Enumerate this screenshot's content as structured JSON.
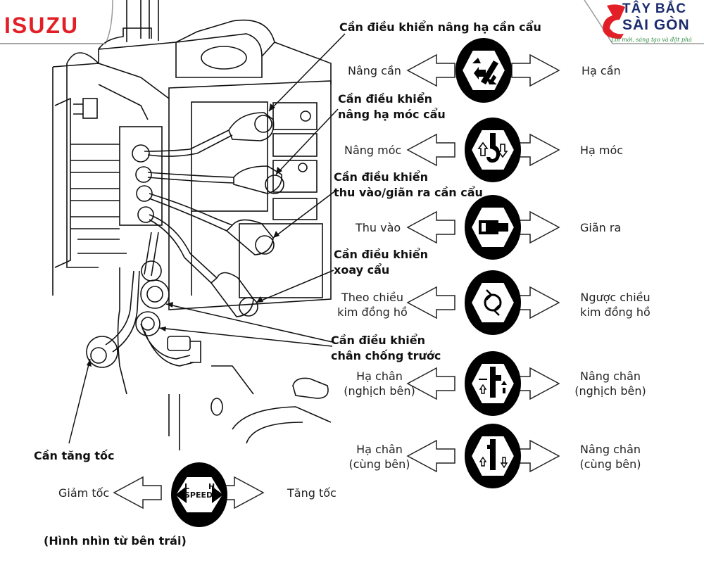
{
  "header": {
    "left_logo_text": "ISUZU",
    "right_logo_top": "TÂY BẮC",
    "right_logo_bottom": "SÀI GÒN",
    "right_logo_slogan": "Lời mới, sáng tạo và đột phá",
    "brand_red": "#e21f26",
    "brand_blue": "#1c2c6e",
    "slogan_green": "#2b8a3e"
  },
  "callouts": {
    "boom_lift": "Cần điều khiển nâng hạ cần cẩu",
    "hook_lift_1": "Cần điều khiển",
    "hook_lift_2": "nâng hạ móc cẩu",
    "telescope_1": "Cần điều khiển",
    "telescope_2": "thu vào/giãn ra cần cẩu",
    "swing_1": "Cần điều khiển",
    "swing_2": "xoay cẩu",
    "outrigger_1": "Cần điều khiển",
    "outrigger_2": "chân chống trước",
    "throttle": "Cần tăng tốc",
    "view_note": "(Hình nhìn từ bên trái)"
  },
  "rows": [
    {
      "left": [
        "Nâng cần"
      ],
      "right": [
        "Hạ cần"
      ],
      "icon": "boom-icon"
    },
    {
      "left": [
        "Nâng móc"
      ],
      "right": [
        "Hạ móc"
      ],
      "icon": "hook-icon"
    },
    {
      "left": [
        "Thu vào"
      ],
      "right": [
        "Giãn ra"
      ],
      "icon": "telescope-icon"
    },
    {
      "left": [
        "Theo chiều",
        "kim đồng hồ"
      ],
      "right": [
        "Ngược chiều",
        "kim đồng hồ"
      ],
      "icon": "swing-icon"
    },
    {
      "left": [
        "Hạ chân",
        "(nghịch bên)"
      ],
      "right": [
        "Nâng chân",
        "(nghịch bên)"
      ],
      "icon": "outrigger-opposite-icon"
    },
    {
      "left": [
        "Hạ chân",
        "(cùng bên)"
      ],
      "right": [
        "Nâng chân",
        "(cùng bên)"
      ],
      "icon": "outrigger-same-icon"
    }
  ],
  "speed": {
    "left": "Giảm tốc",
    "right": "Tăng tốc",
    "icon_low": "L",
    "icon_high": "H",
    "icon_word": "SPEED"
  }
}
